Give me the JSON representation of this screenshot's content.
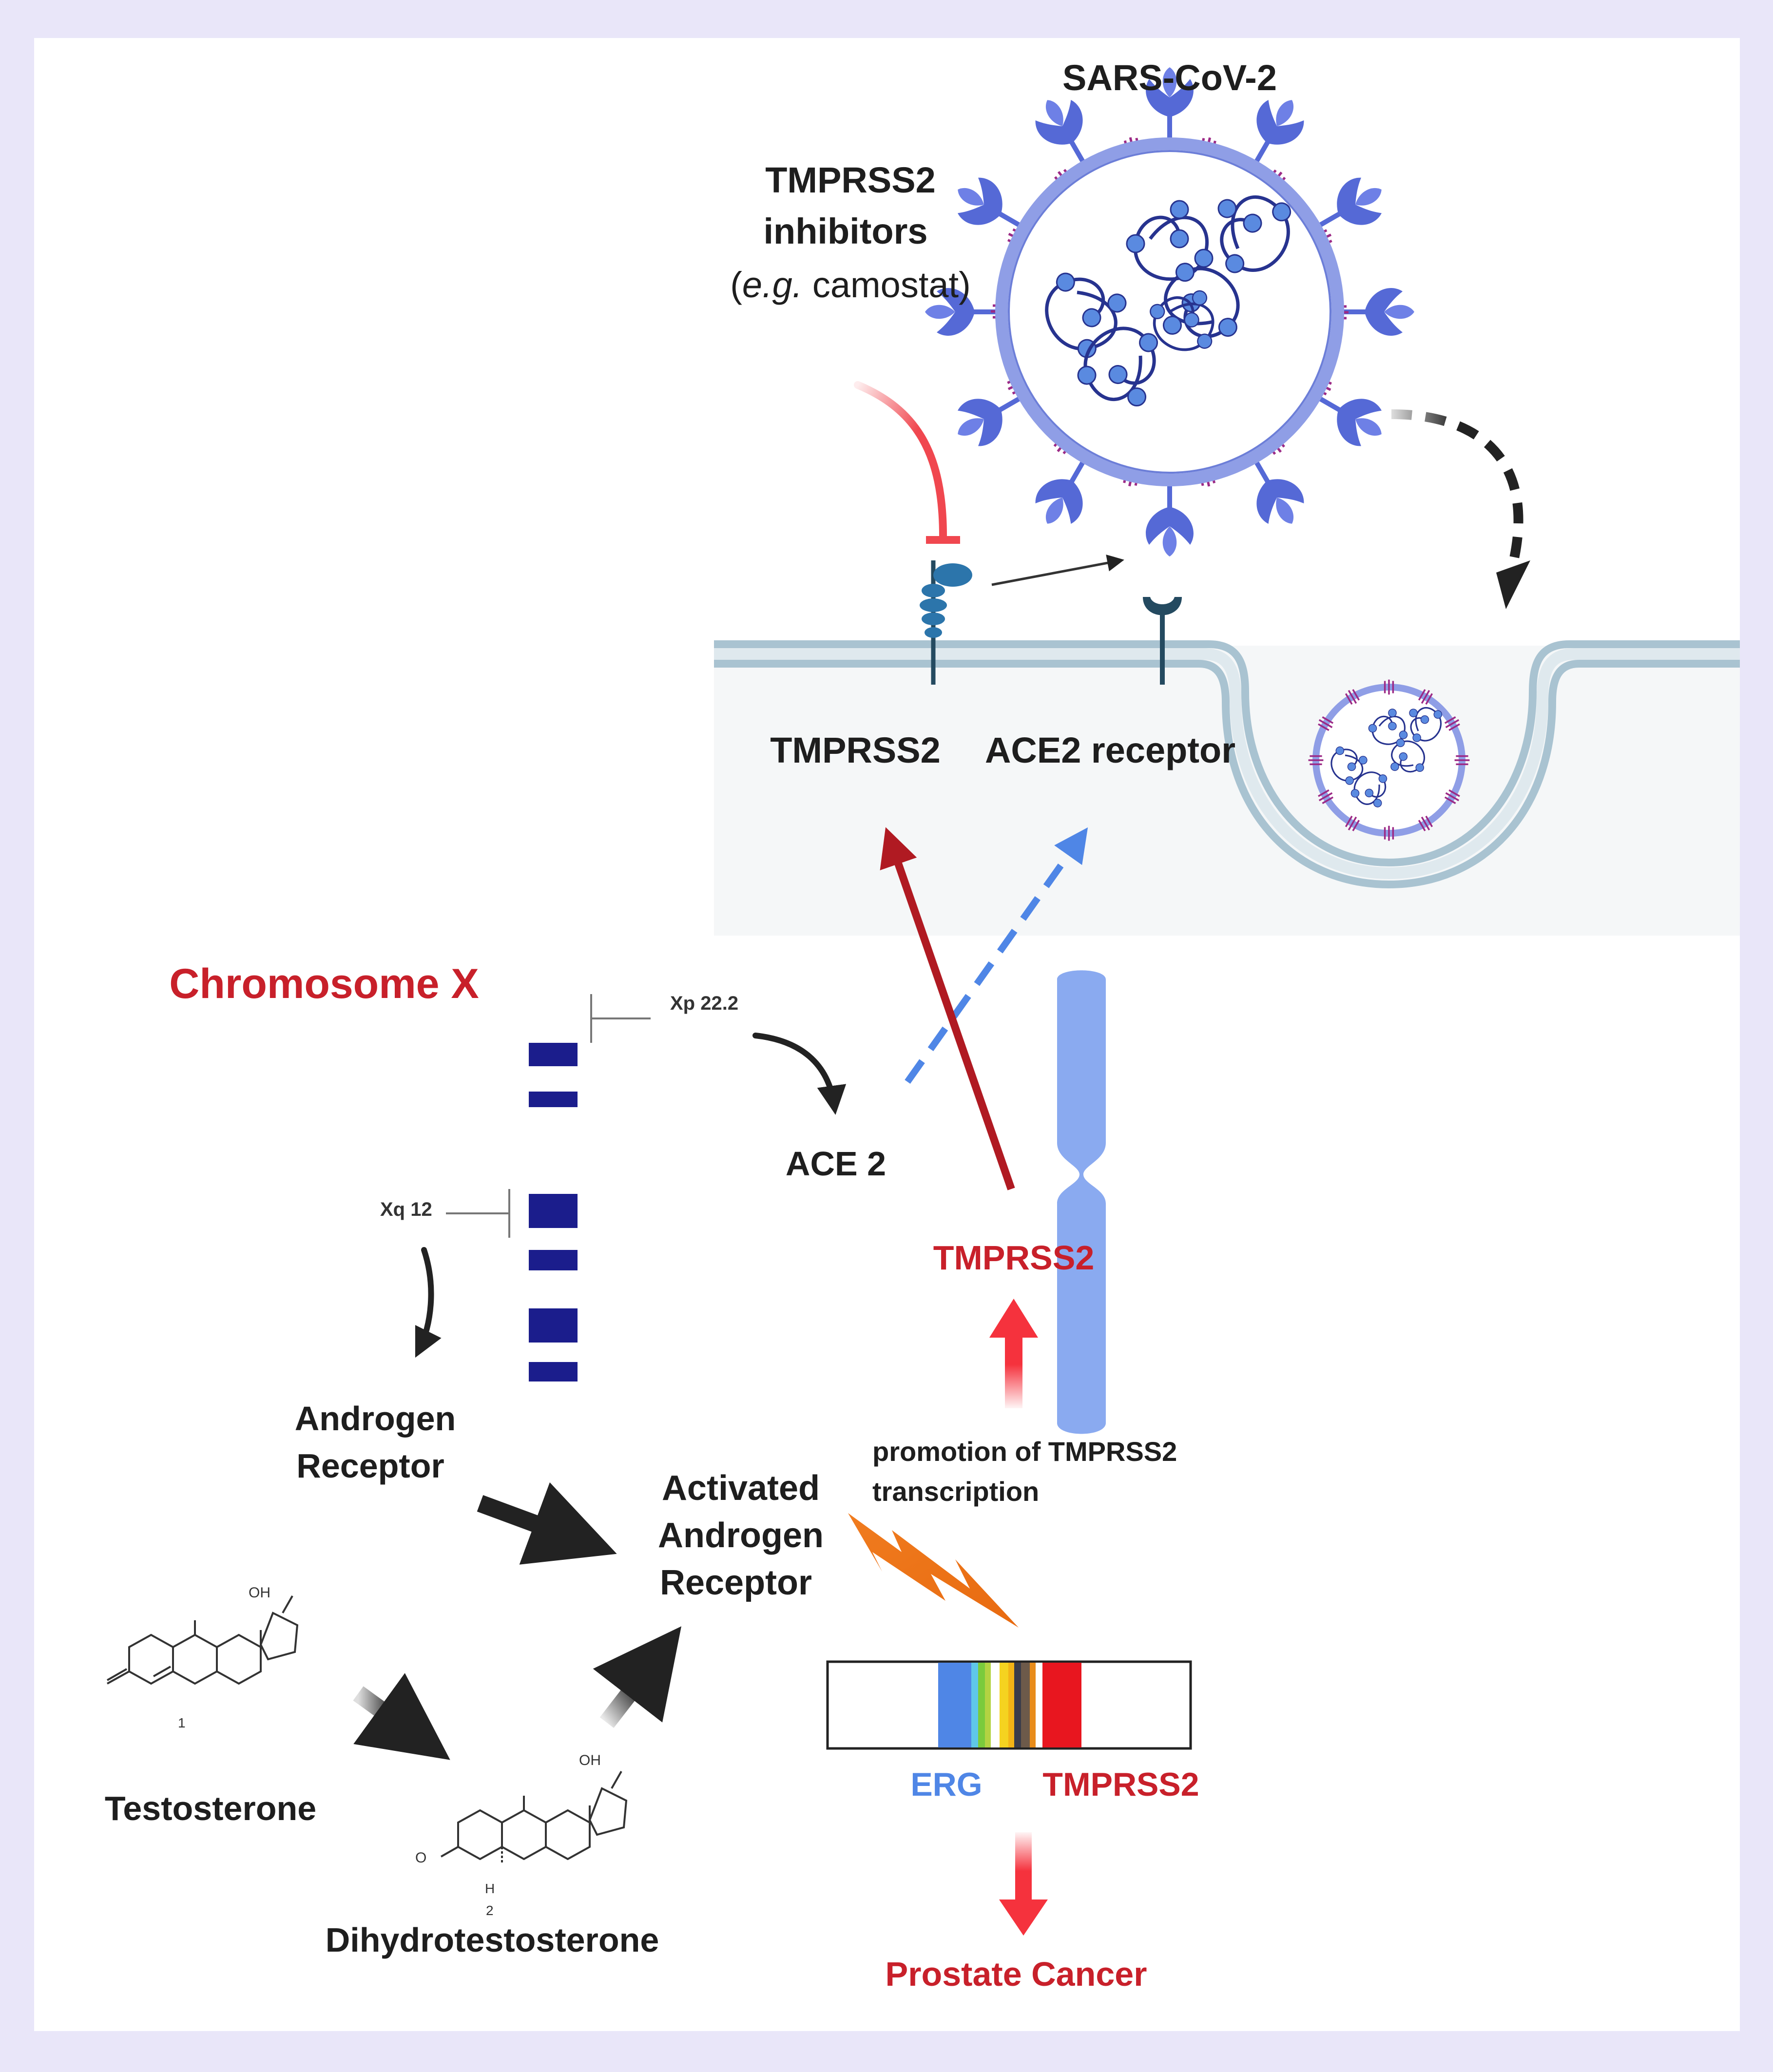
{
  "virus": {
    "title": "SARS-CoV-2"
  },
  "inhibitor": {
    "line1": "TMPRSS2",
    "line2": "inhibitors",
    "example_paren_open": "(",
    "example_italic": "e.g.",
    "example_rest": " camostat)"
  },
  "membrane": {
    "tmprss2_label": "TMPRSS2",
    "ace2_label": "ACE2 receptor"
  },
  "chromosome": {
    "title": "Chromosome X",
    "band_p": "Xp 22.2",
    "band_q": "Xq 12"
  },
  "labels": {
    "ace2": "ACE 2",
    "tmprss2_red": "TMPRSS2",
    "androgen_receptor_1": "Androgen",
    "androgen_receptor_2": "Receptor",
    "activated_1": "Activated",
    "activated_2": "Androgen",
    "activated_3": "Receptor",
    "promotion_1": "promotion of TMPRSS2",
    "promotion_2": "transcription",
    "testosterone": "Testosterone",
    "dihydrotestosterone": "Dihydrotestosterone",
    "erg": "ERG",
    "tmprss2_gene": "TMPRSS2",
    "prostate_cancer": "Prostate Cancer"
  },
  "molecules": {
    "testosterone_oh": "OH",
    "testosterone_num": "1",
    "dht_oh": "OH",
    "dht_o": "O",
    "dht_h": "H",
    "dht_num": "2"
  },
  "colors": {
    "background": "#e9e6f9",
    "panel": "#ffffff",
    "cell": "#f6f7f8",
    "membrane": "#a9c3d1",
    "virus_shell": "#7f8fe0",
    "virus_spike": "#5569d6",
    "rna": "#27338f",
    "red_label": "#c8202a",
    "blue_arrow": "#4f86e6",
    "chromosome_light": "#8aaaf0",
    "chromosome_band": "#1b1d8c",
    "lightning": "#f07c1f"
  }
}
